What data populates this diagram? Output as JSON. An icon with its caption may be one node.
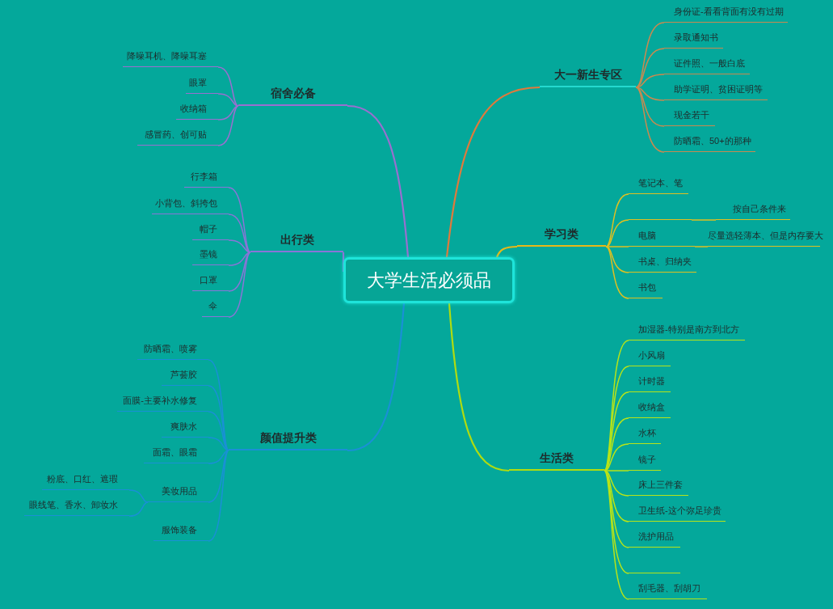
{
  "diagram": {
    "nodes": [
      {
        "text": [
          "大学生活必须品"
        ]
      },
      {
        "text": [
          "大一新生专区"
        ]
      },
      {
        "text": [
          "身份证-看看背面有没有过期"
        ]
      },
      {
        "text": [
          "录取通知书"
        ]
      },
      {
        "text": [
          "证件照、一般白底"
        ]
      },
      {
        "text": [
          "助学证明、贫困证明等"
        ]
      },
      {
        "text": [
          "现金若干"
        ]
      },
      {
        "text": [
          "防晒霜、50+的那种"
        ]
      },
      {
        "text": [
          "学习类"
        ]
      },
      {
        "text": [
          "笔记本、笔"
        ]
      },
      {
        "text": [],
        "shape": "bar"
      },
      {
        "text": [
          "按自己条件来"
        ]
      },
      {
        "text": [
          "电脑"
        ]
      },
      {
        "text": [
          "尽量选轻薄本、但是内存要大"
        ]
      },
      {
        "text": [
          "书桌、归纳夹"
        ]
      },
      {
        "text": [
          "书包"
        ]
      },
      {
        "text": [
          "生活类"
        ]
      },
      {
        "text": [
          "加湿器-特别是南方到北方"
        ]
      },
      {
        "text": [
          "小风扇"
        ]
      },
      {
        "text": [
          "计时器"
        ]
      },
      {
        "text": [
          "收纳盒"
        ]
      },
      {
        "text": [
          "水杯"
        ]
      },
      {
        "text": [
          "镜子"
        ]
      },
      {
        "text": [
          "床上三件套"
        ]
      },
      {
        "text": [
          "卫生纸-这个弥足珍贵"
        ]
      },
      {
        "text": [
          "洗护用品"
        ]
      },
      {
        "text": [],
        "shape": "bar"
      },
      {
        "text": [
          "刮毛器、刮胡刀"
        ]
      },
      {
        "text": [
          "宿舍必备"
        ]
      },
      {
        "text": [
          "降噪耳机、降噪耳塞"
        ]
      },
      {
        "text": [
          "眼罩"
        ]
      },
      {
        "text": [
          "收纳箱"
        ]
      },
      {
        "text": [
          "感冒药、创可贴"
        ]
      },
      {
        "text": [
          "出行类"
        ]
      },
      {
        "text": [
          "行李箱"
        ]
      },
      {
        "text": [
          "小背包、斜挎包"
        ]
      },
      {
        "text": [
          "帽子"
        ]
      },
      {
        "text": [
          "墨镜"
        ]
      },
      {
        "text": [
          "口罩"
        ]
      },
      {
        "text": [
          "伞"
        ]
      },
      {
        "text": [
          "颜值提升类"
        ]
      },
      {
        "text": [
          "防晒霜、喷雾"
        ]
      },
      {
        "text": [
          "芦荟胶"
        ]
      },
      {
        "text": [
          "面膜-主要补水修复"
        ]
      },
      {
        "text": [
          "爽肤水"
        ]
      },
      {
        "text": [
          "面霜、眼霜"
        ]
      },
      {
        "text": [
          "美妆用品"
        ]
      },
      {
        "text": [
          "粉底、口红、遮瑕"
        ]
      },
      {
        "text": [
          "眼线笔、香水、卸妆水"
        ]
      },
      {
        "text": [
          "服饰装备"
        ]
      }
    ],
    "edges": [
      {
        "from": 0,
        "to": 1,
        "arrow": "none",
        "color": "#e07a3c"
      },
      {
        "from": 1,
        "to": 2,
        "arrow": "none",
        "color": "#c98a50"
      },
      {
        "from": 1,
        "to": 3,
        "arrow": "none",
        "color": "#c98a50"
      },
      {
        "from": 1,
        "to": 4,
        "arrow": "none",
        "color": "#c98a50"
      },
      {
        "from": 1,
        "to": 5,
        "arrow": "none",
        "color": "#c98a50"
      },
      {
        "from": 1,
        "to": 6,
        "arrow": "none",
        "color": "#c98a50"
      },
      {
        "from": 1,
        "to": 7,
        "arrow": "none",
        "color": "#c98a50"
      },
      {
        "from": 0,
        "to": 8,
        "arrow": "none",
        "color": "#e8b818"
      },
      {
        "from": 8,
        "to": 9,
        "arrow": "none",
        "color": "#e0c020"
      },
      {
        "from": 8,
        "to": 10,
        "arrow": "none",
        "color": "#e0c020"
      },
      {
        "from": 10,
        "to": 11,
        "arrow": "none",
        "color": "#e0c020"
      },
      {
        "from": 8,
        "to": 12,
        "arrow": "none",
        "color": "#e0c020"
      },
      {
        "from": 12,
        "to": 13,
        "arrow": "none",
        "color": "#e0c020"
      },
      {
        "from": 8,
        "to": 14,
        "arrow": "none",
        "color": "#e0c020"
      },
      {
        "from": 8,
        "to": 15,
        "arrow": "none",
        "color": "#e0c020"
      },
      {
        "from": 0,
        "to": 16,
        "arrow": "none",
        "color": "#b0dc10"
      },
      {
        "from": 16,
        "to": 17,
        "arrow": "none",
        "color": "#b8e418"
      },
      {
        "from": 16,
        "to": 18,
        "arrow": "none",
        "color": "#b8e418"
      },
      {
        "from": 16,
        "to": 19,
        "arrow": "none",
        "color": "#b8e418"
      },
      {
        "from": 16,
        "to": 20,
        "arrow": "none",
        "color": "#b8e418"
      },
      {
        "from": 16,
        "to": 21,
        "arrow": "none",
        "color": "#b8e418"
      },
      {
        "from": 16,
        "to": 22,
        "arrow": "none",
        "color": "#b8e418"
      },
      {
        "from": 16,
        "to": 23,
        "arrow": "none",
        "color": "#b8e418"
      },
      {
        "from": 16,
        "to": 24,
        "arrow": "none",
        "color": "#b8e418"
      },
      {
        "from": 16,
        "to": 25,
        "arrow": "none",
        "color": "#b8e418"
      },
      {
        "from": 16,
        "to": 26,
        "arrow": "none",
        "color": "#b8e418"
      },
      {
        "from": 16,
        "to": 27,
        "arrow": "none",
        "color": "#b8e418"
      },
      {
        "from": 0,
        "to": 28,
        "arrow": "none",
        "color": "#9a6fd0"
      },
      {
        "from": 28,
        "to": 29,
        "arrow": "none",
        "color": "#9a6fd0"
      },
      {
        "from": 28,
        "to": 30,
        "arrow": "none",
        "color": "#9a6fd0"
      },
      {
        "from": 28,
        "to": 31,
        "arrow": "none",
        "color": "#9a6fd0"
      },
      {
        "from": 28,
        "to": 32,
        "arrow": "none",
        "color": "#9a6fd0"
      },
      {
        "from": 0,
        "to": 33,
        "arrow": "none",
        "color": "#8a74d8"
      },
      {
        "from": 33,
        "to": 34,
        "arrow": "none",
        "color": "#8a74d8"
      },
      {
        "from": 33,
        "to": 35,
        "arrow": "none",
        "color": "#8a74d8"
      },
      {
        "from": 33,
        "to": 36,
        "arrow": "none",
        "color": "#8a74d8"
      },
      {
        "from": 33,
        "to": 37,
        "arrow": "none",
        "color": "#8a74d8"
      },
      {
        "from": 33,
        "to": 38,
        "arrow": "none",
        "color": "#8a74d8"
      },
      {
        "from": 33,
        "to": 39,
        "arrow": "none",
        "color": "#8a74d8"
      },
      {
        "from": 0,
        "to": 40,
        "arrow": "none",
        "color": "#1a90d6"
      },
      {
        "from": 40,
        "to": 41,
        "arrow": "none",
        "color": "#1a90d6"
      },
      {
        "from": 40,
        "to": 42,
        "arrow": "none",
        "color": "#1a90d6"
      },
      {
        "from": 40,
        "to": 43,
        "arrow": "none",
        "color": "#1a90d6"
      },
      {
        "from": 40,
        "to": 44,
        "arrow": "none",
        "color": "#1a90d6"
      },
      {
        "from": 40,
        "to": 45,
        "arrow": "none",
        "color": "#1a90d6"
      },
      {
        "from": 40,
        "to": 46,
        "arrow": "none",
        "color": "#1a90d6"
      },
      {
        "from": 46,
        "to": 47,
        "arrow": "none",
        "color": "#1a90d6"
      },
      {
        "from": 46,
        "to": 48,
        "arrow": "none",
        "color": "#1a90d6"
      },
      {
        "from": 40,
        "to": 49,
        "arrow": "none",
        "color": "#1a90d6"
      }
    ]
  }
}
